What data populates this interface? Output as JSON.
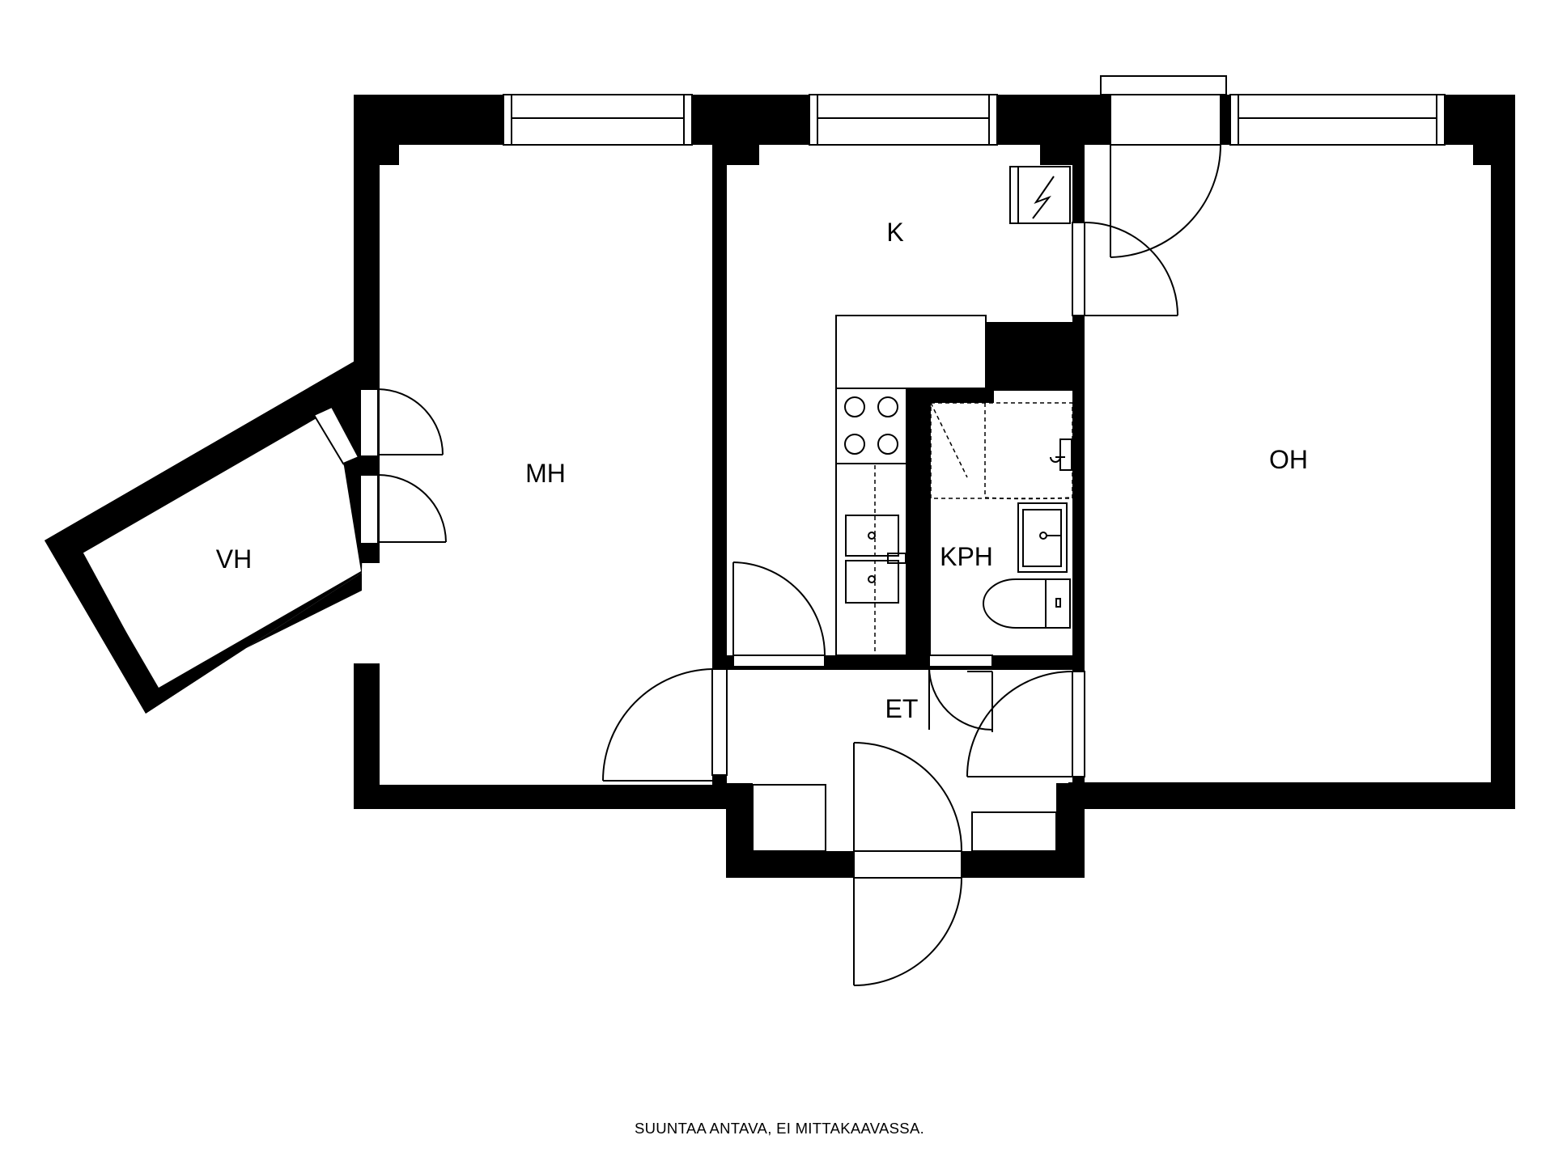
{
  "rooms": {
    "mh": "MH",
    "k": "K",
    "oh": "OH",
    "vh": "VH",
    "kph": "KPH",
    "et": "ET"
  },
  "disclaimer": "SUUNTAA ANTAVA, EI MITTAKAAVASSA."
}
